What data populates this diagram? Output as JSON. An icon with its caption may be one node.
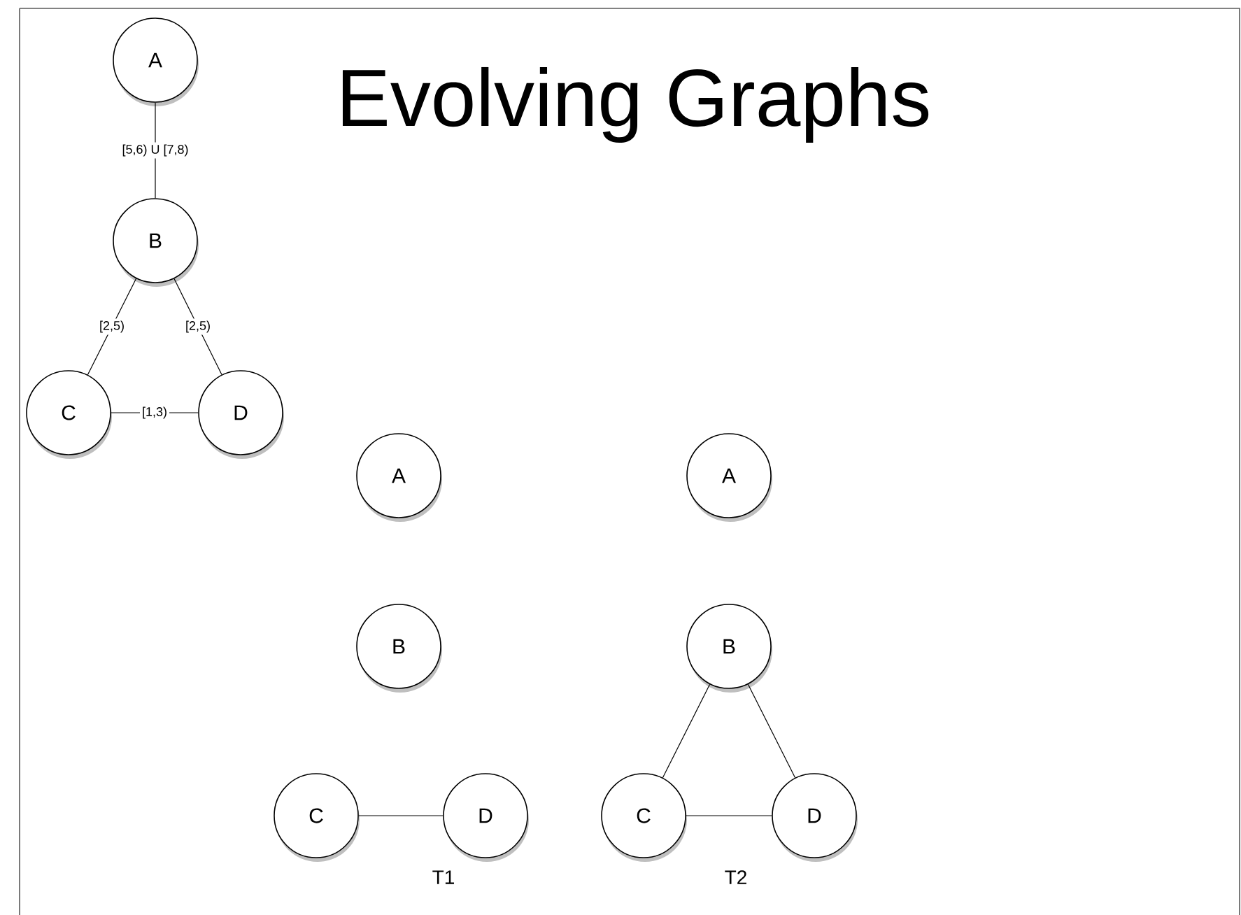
{
  "diagram": {
    "title": "Evolving Graphs",
    "nodes": [
      {
        "text": [
          "A"
        ]
      },
      {
        "text": [
          "B"
        ]
      },
      {
        "text": [
          "C"
        ]
      },
      {
        "text": [
          "D"
        ]
      },
      {
        "text": [
          "A"
        ]
      },
      {
        "text": [
          "B"
        ]
      },
      {
        "text": [
          "C"
        ]
      },
      {
        "text": [
          "D"
        ]
      },
      {
        "text": [
          "A"
        ]
      },
      {
        "text": [
          "B"
        ]
      },
      {
        "text": [
          "C"
        ]
      },
      {
        "text": [
          "D"
        ]
      }
    ],
    "edges": [
      {
        "from": 0,
        "to": 1,
        "arrow": "none",
        "label": "[5,6) U [7,8)"
      },
      {
        "from": 1,
        "to": 2,
        "arrow": "none",
        "label": "[2,5)"
      },
      {
        "from": 1,
        "to": 3,
        "arrow": "none",
        "label": "[2,5)"
      },
      {
        "from": 2,
        "to": 3,
        "arrow": "none",
        "label": "[1,3)"
      },
      {
        "from": 6,
        "to": 7,
        "arrow": "none"
      },
      {
        "from": 9,
        "to": 10,
        "arrow": "none"
      },
      {
        "from": 9,
        "to": 11,
        "arrow": "none"
      },
      {
        "from": 10,
        "to": 11,
        "arrow": "none"
      }
    ],
    "labels": [
      "T1",
      "T2"
    ]
  }
}
